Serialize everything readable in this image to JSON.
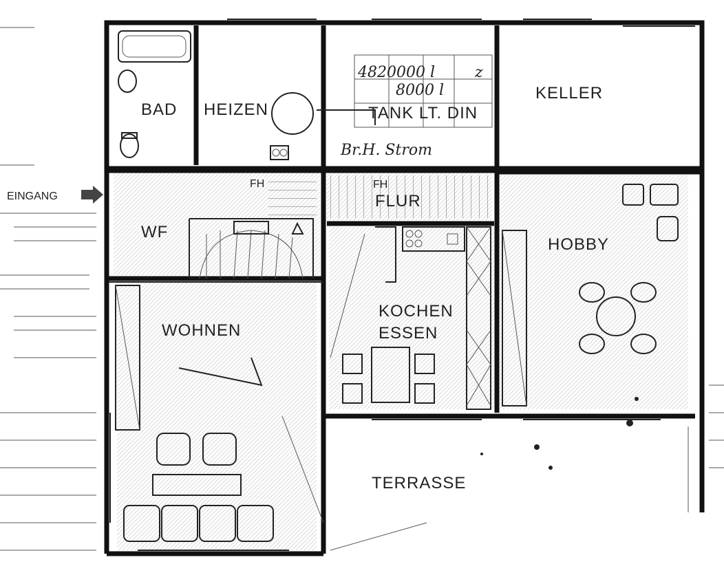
{
  "rooms": {
    "bad": "BAD",
    "heizen": "HEIZEN",
    "tank": "TANK LT. DIN",
    "keller": "KELLER",
    "eingang": "EINGANG",
    "fh_left": "FH",
    "fh_right": "FH",
    "flur": "FLUR",
    "wf": "WF",
    "hobby": "HOBBY",
    "kochen": "KOCHEN",
    "essen": "ESSEN",
    "wohnen": "WOHNEN",
    "terrasse": "TERRASSE"
  },
  "handwriting": {
    "tank_line1": "4820000 l",
    "tank_line2": "8000 l",
    "power": "Br.H. Strom",
    "z": "z"
  },
  "colors": {
    "ink": "#111111",
    "paper": "#ffffff"
  }
}
